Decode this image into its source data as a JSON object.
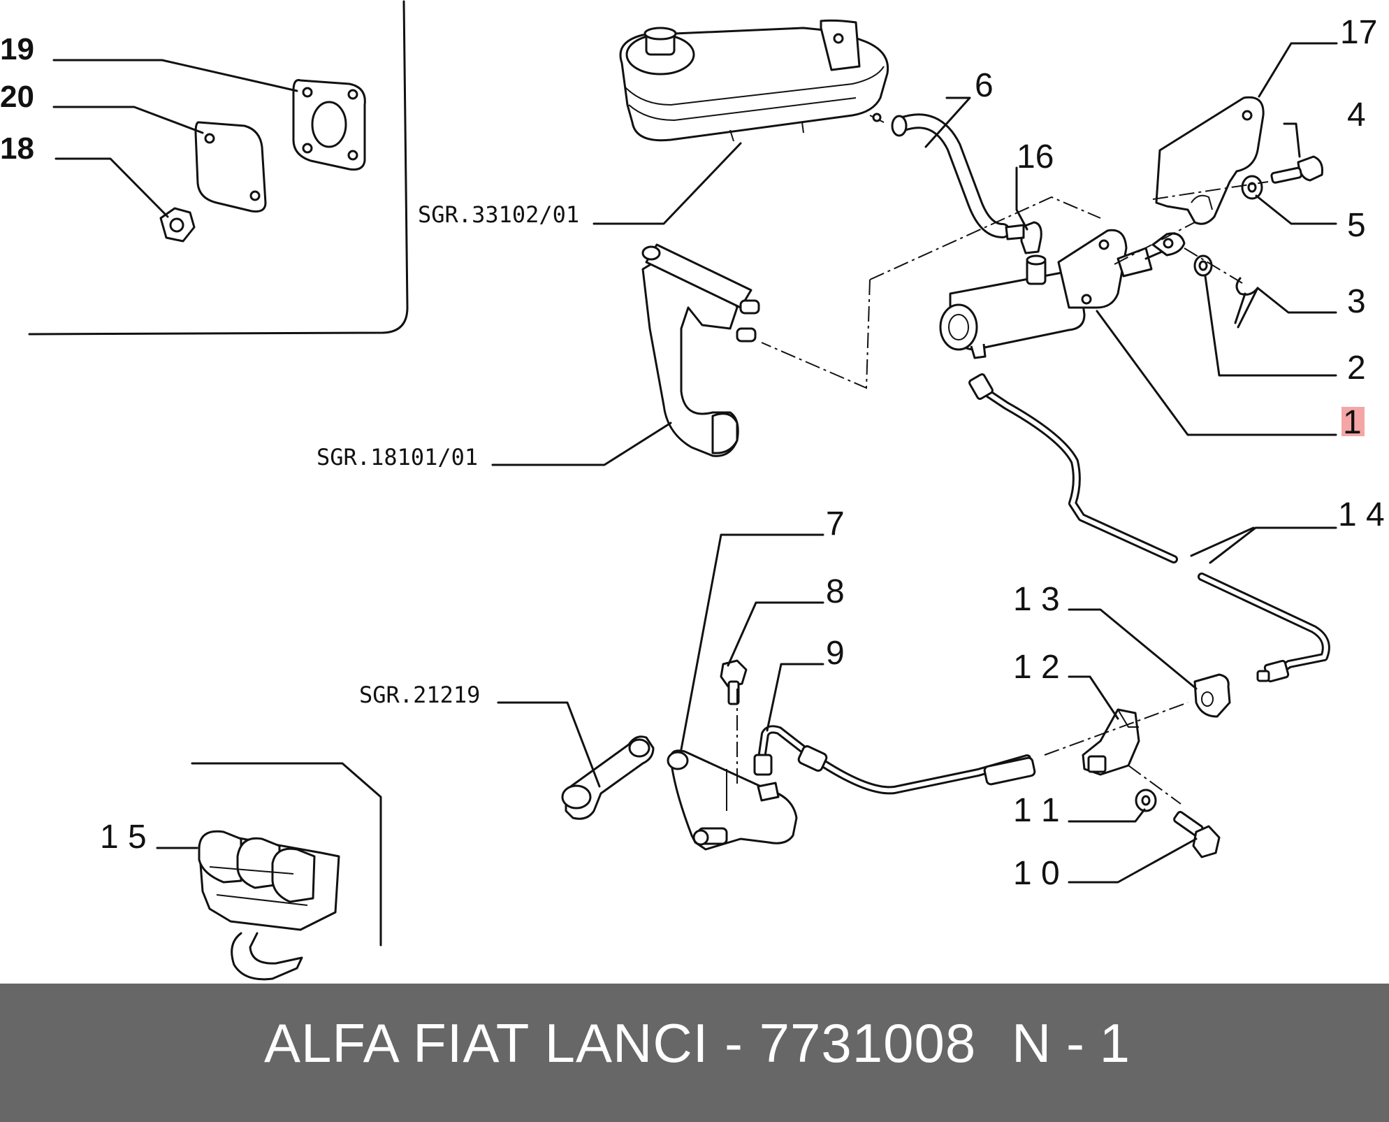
{
  "callouts": {
    "c1": "1",
    "c2": "2",
    "c3": "3",
    "c4": "4",
    "c5": "5",
    "c6": "6",
    "c7": "7",
    "c8": "8",
    "c9": "9",
    "c10": "1 0",
    "c11": "1 1",
    "c12": "1 2",
    "c13": "1 3",
    "c14": "1 4",
    "c15": "1 5",
    "c16": "16",
    "c17": "17",
    "c18": "18",
    "c19": "19",
    "c20": "20"
  },
  "references": {
    "reservoir": "SGR.33102/01",
    "pedal": "SGR.18101/01",
    "fork": "SGR.21219"
  },
  "footer": {
    "title": "ALFA FIAT LANCI - 7731008",
    "page": "N - 1",
    "background": "#676767"
  },
  "highlight_color": "#f4a6a6"
}
